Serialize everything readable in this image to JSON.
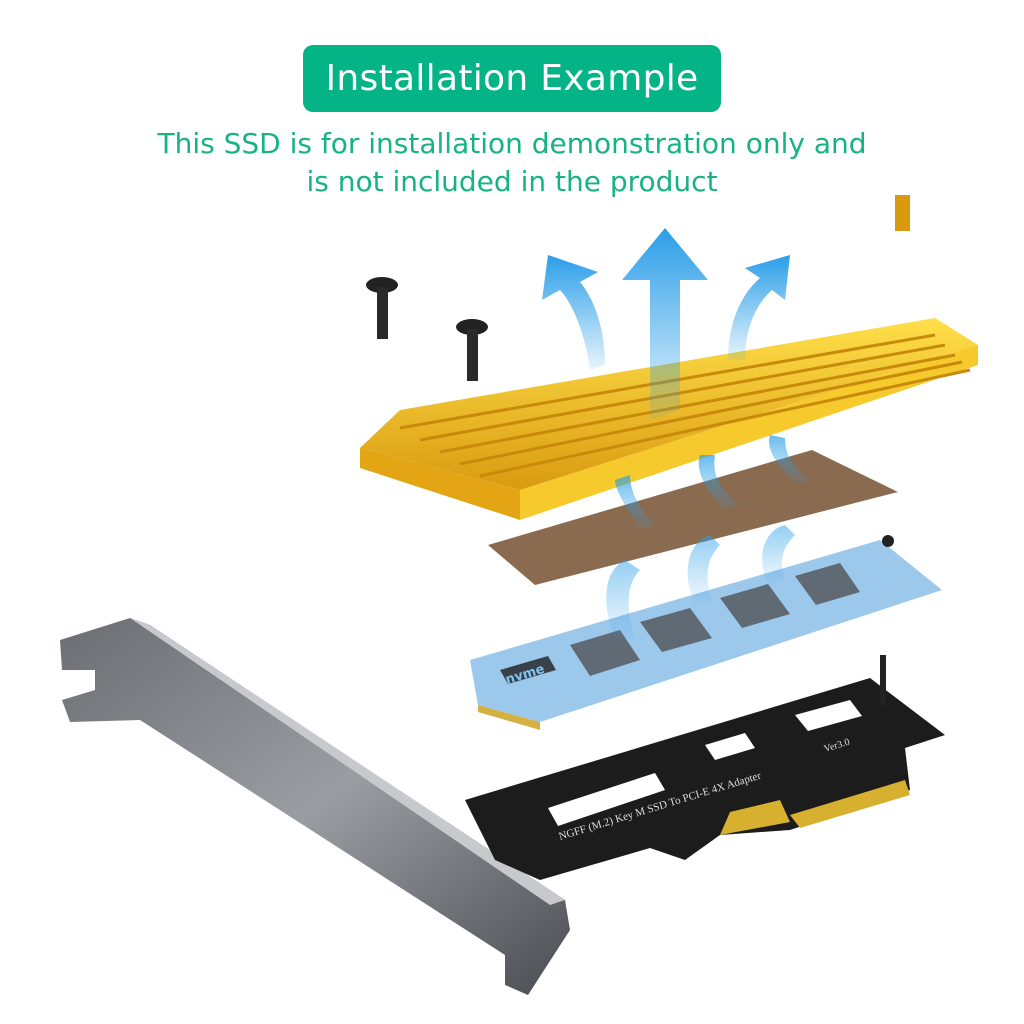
{
  "header": {
    "title": "Installation Example",
    "subtitle_line1": "This SSD is for installation demonstration only and",
    "subtitle_line2": "is not included in the product"
  },
  "product": {
    "pcb_label": "NGFF (M.2)  Key  M  SSD  To  PCI-E  4X  Adapter",
    "version": "Ver3.0",
    "ssd_logo": "nvme"
  },
  "colors": {
    "accent": "#04b386",
    "heatsink": "#f2b51c",
    "arrow": "#2a9ee8",
    "pcb": "#1c1c1c"
  }
}
